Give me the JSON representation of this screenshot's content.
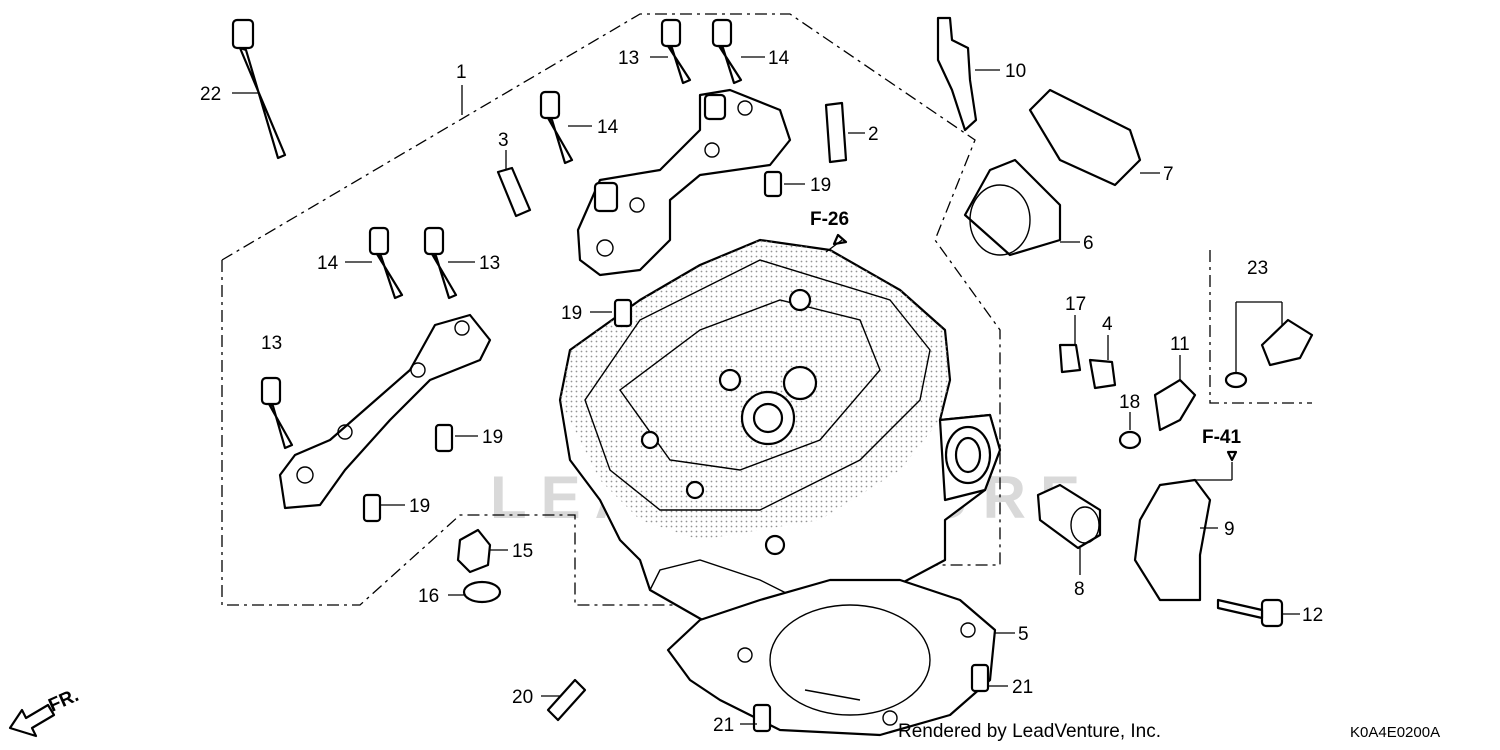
{
  "diagram": {
    "callouts": [
      "1",
      "2",
      "3",
      "4",
      "5",
      "6",
      "7",
      "8",
      "9",
      "10",
      "11",
      "12",
      "13",
      "13",
      "13",
      "14",
      "14",
      "14",
      "15",
      "16",
      "17",
      "18",
      "19",
      "19",
      "19",
      "19",
      "20",
      "21",
      "21",
      "22",
      "23"
    ],
    "references": [
      "F-26",
      "F-41"
    ],
    "direction_label": "FR.",
    "watermark": "LEADVENTURE",
    "credit": "Rendered by LeadVenture, Inc.",
    "diagram_code": "K0A4E0200A"
  }
}
